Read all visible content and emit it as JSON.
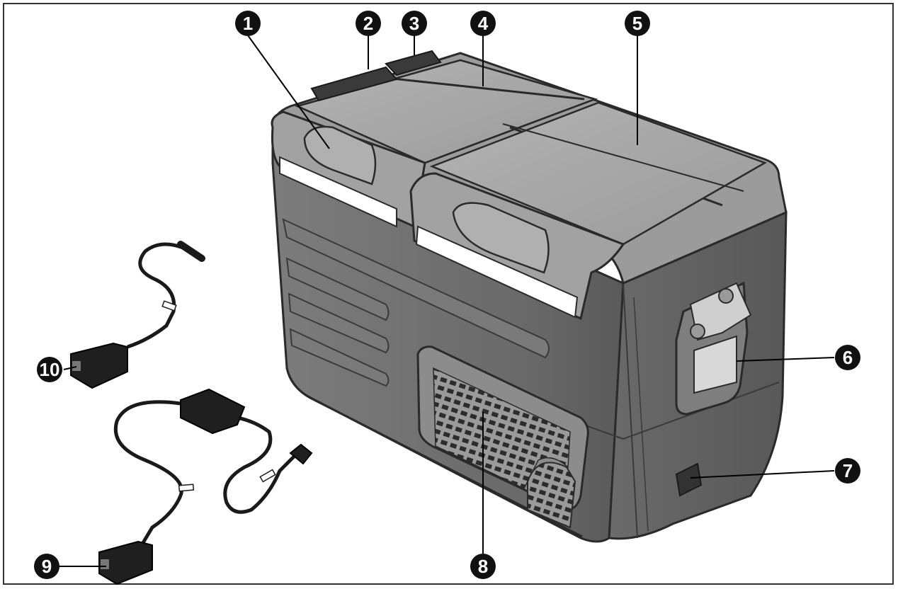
{
  "callouts": [
    {
      "id": 1,
      "label": "1"
    },
    {
      "id": 2,
      "label": "2"
    },
    {
      "id": 3,
      "label": "3"
    },
    {
      "id": 4,
      "label": "4"
    },
    {
      "id": 5,
      "label": "5"
    },
    {
      "id": 6,
      "label": "6"
    },
    {
      "id": 7,
      "label": "7"
    },
    {
      "id": 8,
      "label": "8"
    },
    {
      "id": 9,
      "label": "9"
    },
    {
      "id": 10,
      "label": "10"
    }
  ],
  "colors": {
    "callout_fill": "#111111",
    "callout_text": "#ffffff",
    "body_dark": "#6f6f6f",
    "body_mid": "#8a8a8a",
    "lid_light": "#a9a9a9",
    "edge": "#2a2a2a",
    "vent": "#2c2c2c",
    "cable": "#1a1a1a"
  }
}
